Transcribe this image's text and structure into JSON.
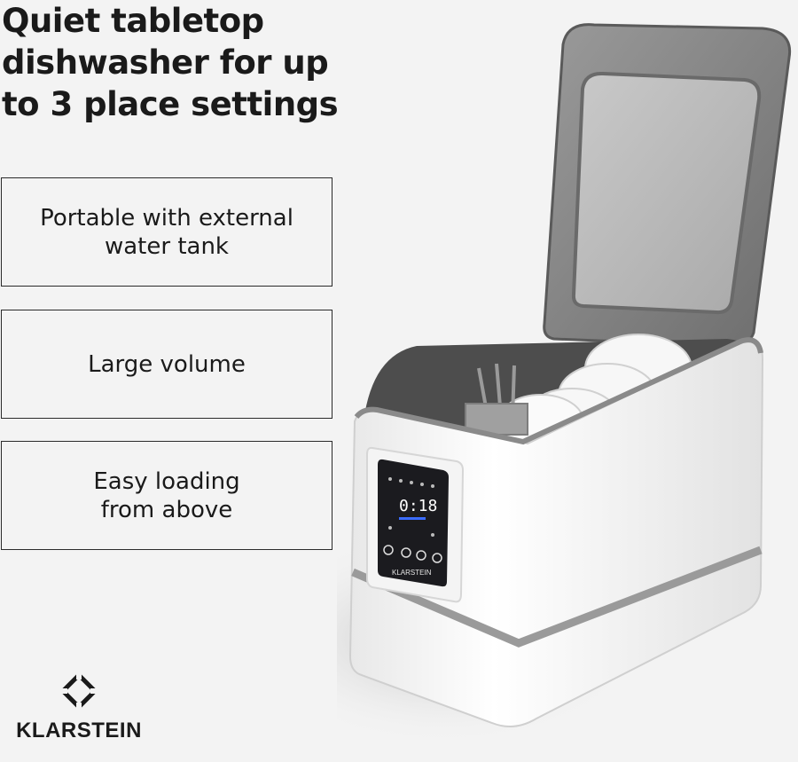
{
  "headline": {
    "lines": [
      "Quiet tabletop",
      "dishwasher for up",
      "to 3 place settings"
    ]
  },
  "features": [
    {
      "lines": [
        "Portable with external",
        "water tank"
      ]
    },
    {
      "lines": [
        "Large volume"
      ]
    },
    {
      "lines": [
        "Easy loading",
        "from above"
      ]
    }
  ],
  "brand": {
    "name": "KLARSTEIN",
    "logo_icon": "klarstein-diamond-logo-icon"
  },
  "product": {
    "panel_display": "0:18",
    "panel_brand": "KLARSTEIN",
    "colors": {
      "body": "#ffffff",
      "trim": "#8a8a8a",
      "panel": "#1b1b1f",
      "display_accent": "#3b6cff"
    }
  }
}
